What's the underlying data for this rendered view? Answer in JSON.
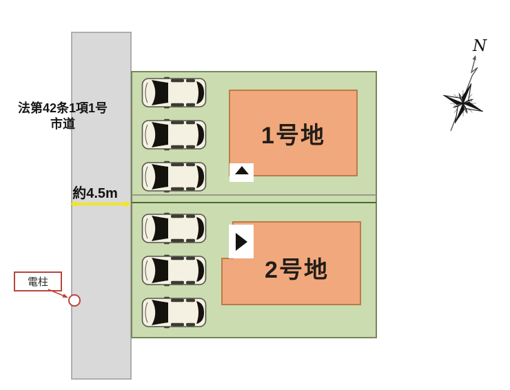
{
  "site_plan": {
    "road": {
      "regulation_label": "法第42条1項1号",
      "type_label": "市道",
      "width_label": "約4.5m"
    },
    "plots": [
      {
        "label": "1号地",
        "entrance_marker": "triangle-up"
      },
      {
        "label": "2号地",
        "entrance_marker": "triangle-right"
      }
    ],
    "utility_pole": {
      "label": "電柱"
    },
    "compass": {
      "label": "N"
    },
    "parking": {
      "plot1_cars": 3,
      "plot2_cars": 3
    },
    "icons": {
      "car": "car-top-view-icon",
      "compass": "compass-rose-icon",
      "plot1_marker": "triangle-up-icon",
      "plot2_marker": "triangle-right-icon",
      "width_arrow": "double-arrow-icon"
    },
    "colors": {
      "green": "#cadcb0",
      "orange": "#f1a87c",
      "orange_border": "#bb7b48",
      "road_gray": "#d9d9d9",
      "yellow": "#f2e71c",
      "callout_red": "#b5453c"
    }
  }
}
